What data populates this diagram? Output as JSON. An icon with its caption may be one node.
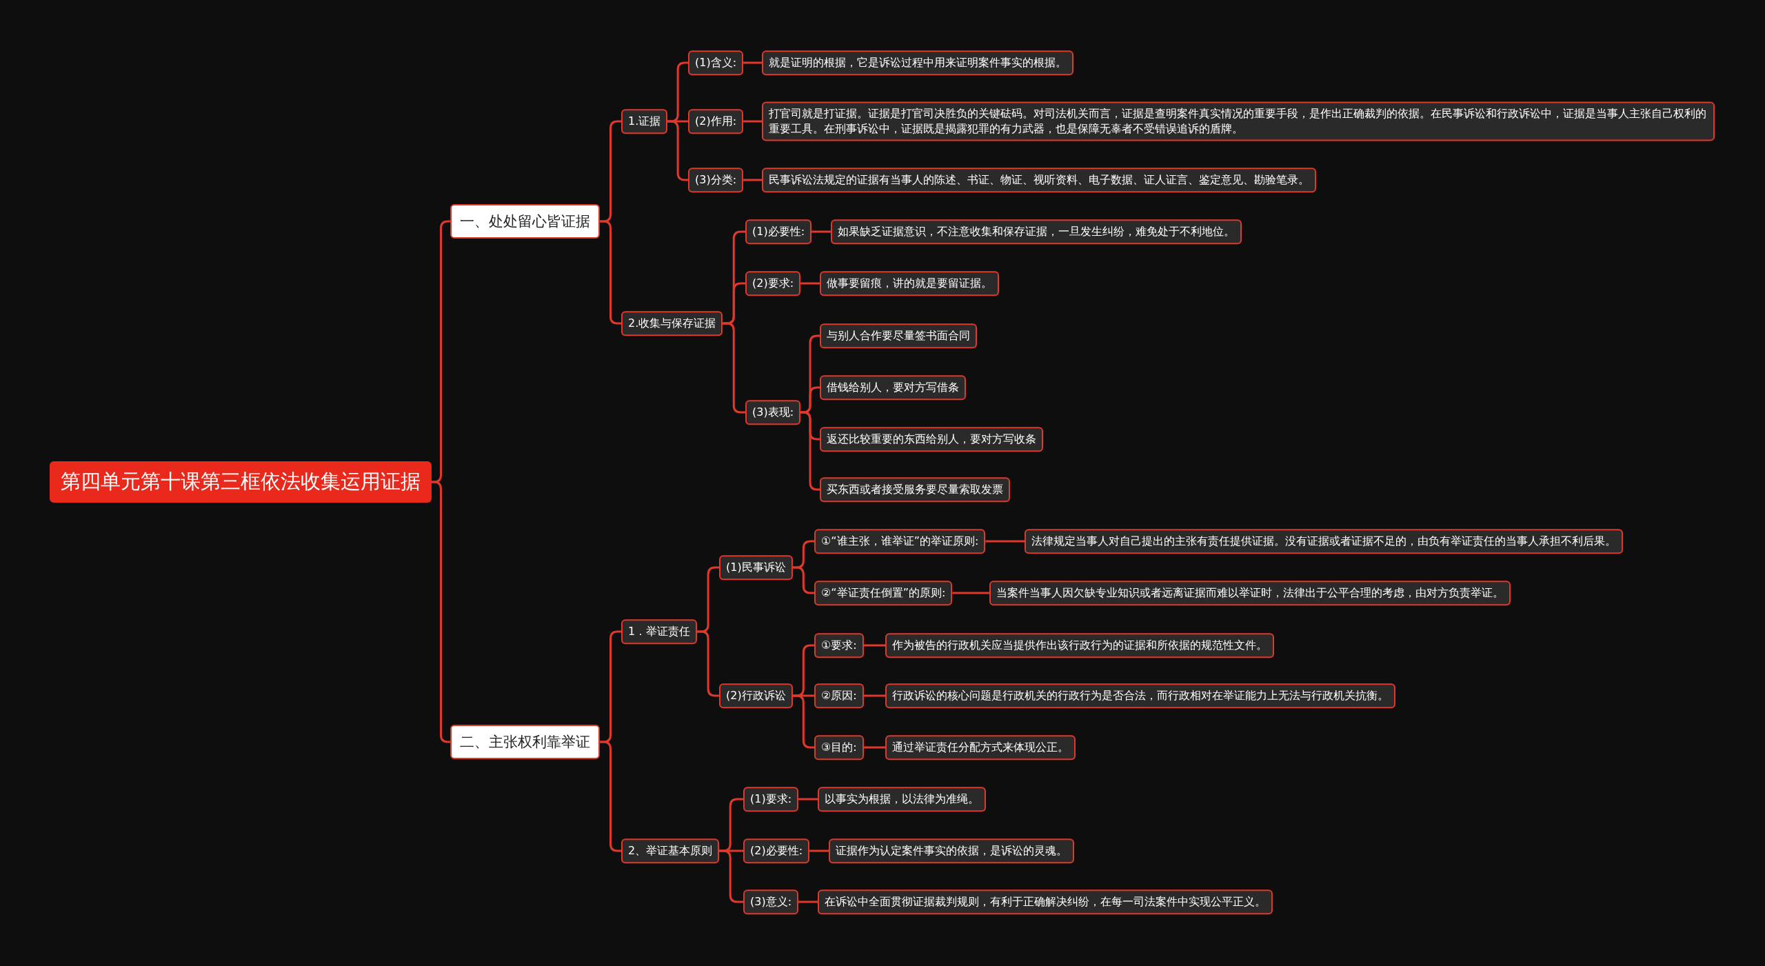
{
  "diagram": {
    "nodes": [
      {
        "text": [
          "第四单元第十课第三框依法收集运用证据"
        ]
      },
      {
        "text": [
          "一、处处留心皆证据"
        ]
      },
      {
        "text": [
          "1.证据"
        ]
      },
      {
        "text": [
          "(1)含义:"
        ]
      },
      {
        "text": [
          "就是证明的根据，它是诉讼过程中用来证明案件事实的根据。"
        ]
      },
      {
        "text": [
          "(2)作用:"
        ]
      },
      {
        "text": [
          "打官司就是打证据。证据是打官司决胜负的关键砝码。对司法机关而言，证据是查明案件真实情况的重要手段，是作出正确裁判的依据。在民事诉讼和行政诉讼中，证据是当事人主张自己权利的重要工具。在刑事诉讼中，证据既是揭露犯罪的有力武器，也是保障无辜者不受错误追诉的盾牌。"
        ]
      },
      {
        "text": [
          "(3)分类:"
        ]
      },
      {
        "text": [
          "民事诉讼法规定的证据有当事人的陈述、书证、物证、视听资料、电子数据、证人证言、鉴定意见、勘验笔录。"
        ]
      },
      {
        "text": [
          "2.收集与保存证据"
        ]
      },
      {
        "text": [
          "(1)必要性:"
        ]
      },
      {
        "text": [
          "如果缺乏证据意识，不注意收集和保存证据，一旦发生纠纷，难免处于不利地位。"
        ]
      },
      {
        "text": [
          "(2)要求:"
        ]
      },
      {
        "text": [
          "做事要留痕，讲的就是要留证据。"
        ]
      },
      {
        "text": [
          "(3)表现:"
        ]
      },
      {
        "text": [
          "与别人合作要尽量签书面合同"
        ]
      },
      {
        "text": [
          "借钱给别人，要对方写借条"
        ]
      },
      {
        "text": [
          "返还比较重要的东西给别人，要对方写收条"
        ]
      },
      {
        "text": [
          "买东西或者接受服务要尽量索取发票"
        ]
      },
      {
        "text": [
          "二、主张权利靠举证"
        ]
      },
      {
        "text": [
          "1．举证责任"
        ]
      },
      {
        "text": [
          "(1)民事诉讼"
        ]
      },
      {
        "text": [
          "①“谁主张，谁举证”的举证原则:"
        ]
      },
      {
        "text": [
          "法律规定当事人对自己提出的主张有责任提供证据。没有证据或者证据不足的，由负有举证责任的当事人承担不利后果。"
        ]
      },
      {
        "text": [
          "②“举证责任倒置”的原则:"
        ]
      },
      {
        "text": [
          "当案件当事人因欠缺专业知识或者远离证据而难以举证时，法律出于公平合理的考虑，由对方负责举证。"
        ]
      },
      {
        "text": [
          "(2)行政诉讼"
        ]
      },
      {
        "text": [
          "①要求:"
        ]
      },
      {
        "text": [
          "作为被告的行政机关应当提供作出该行政行为的证据和所依据的规范性文件。"
        ]
      },
      {
        "text": [
          "②原因:"
        ]
      },
      {
        "text": [
          "行政诉讼的核心问题是行政机关的行政行为是否合法，而行政相对在举证能力上无法与行政机关抗衡。"
        ]
      },
      {
        "text": [
          "③目的:"
        ]
      },
      {
        "text": [
          "通过举证责任分配方式来体现公正。"
        ]
      },
      {
        "text": [
          "2、举证基本原则"
        ]
      },
      {
        "text": [
          "(1)要求:"
        ]
      },
      {
        "text": [
          "以事实为根据，以法律为准绳。"
        ]
      },
      {
        "text": [
          "(2)必要性:"
        ]
      },
      {
        "text": [
          "证据作为认定案件事实的依据，是诉讼的灵魂。"
        ]
      },
      {
        "text": [
          "(3)意义:"
        ]
      },
      {
        "text": [
          "在诉讼中全面贯彻证据裁判规则，有利于正确解决纠纷，在每一司法案件中实现公平正义。"
        ]
      }
    ],
    "edges": [
      {
        "from": 0,
        "to": 1,
        "arrow": "none"
      },
      {
        "from": 0,
        "to": 19,
        "arrow": "none"
      },
      {
        "from": 1,
        "to": 2,
        "arrow": "none"
      },
      {
        "from": 1,
        "to": 9,
        "arrow": "none"
      },
      {
        "from": 2,
        "to": 3,
        "arrow": "none"
      },
      {
        "from": 2,
        "to": 5,
        "arrow": "none"
      },
      {
        "from": 2,
        "to": 7,
        "arrow": "none"
      },
      {
        "from": 3,
        "to": 4,
        "arrow": "none"
      },
      {
        "from": 5,
        "to": 6,
        "arrow": "none"
      },
      {
        "from": 7,
        "to": 8,
        "arrow": "none"
      },
      {
        "from": 9,
        "to": 10,
        "arrow": "none"
      },
      {
        "from": 9,
        "to": 12,
        "arrow": "none"
      },
      {
        "from": 9,
        "to": 14,
        "arrow": "none"
      },
      {
        "from": 10,
        "to": 11,
        "arrow": "none"
      },
      {
        "from": 12,
        "to": 13,
        "arrow": "none"
      },
      {
        "from": 14,
        "to": 15,
        "arrow": "none"
      },
      {
        "from": 14,
        "to": 16,
        "arrow": "none"
      },
      {
        "from": 14,
        "to": 17,
        "arrow": "none"
      },
      {
        "from": 14,
        "to": 18,
        "arrow": "none"
      },
      {
        "from": 19,
        "to": 20,
        "arrow": "none"
      },
      {
        "from": 19,
        "to": 33,
        "arrow": "none"
      },
      {
        "from": 20,
        "to": 21,
        "arrow": "none"
      },
      {
        "from": 20,
        "to": 26,
        "arrow": "none"
      },
      {
        "from": 21,
        "to": 22,
        "arrow": "none"
      },
      {
        "from": 21,
        "to": 24,
        "arrow": "none"
      },
      {
        "from": 22,
        "to": 23,
        "arrow": "none"
      },
      {
        "from": 24,
        "to": 25,
        "arrow": "none"
      },
      {
        "from": 26,
        "to": 27,
        "arrow": "none"
      },
      {
        "from": 26,
        "to": 29,
        "arrow": "none"
      },
      {
        "from": 26,
        "to": 31,
        "arrow": "none"
      },
      {
        "from": 27,
        "to": 28,
        "arrow": "none"
      },
      {
        "from": 29,
        "to": 30,
        "arrow": "none"
      },
      {
        "from": 31,
        "to": 32,
        "arrow": "none"
      },
      {
        "from": 33,
        "to": 34,
        "arrow": "none"
      },
      {
        "from": 33,
        "to": 36,
        "arrow": "none"
      },
      {
        "from": 33,
        "to": 38,
        "arrow": "none"
      },
      {
        "from": 34,
        "to": 35,
        "arrow": "none"
      },
      {
        "from": 36,
        "to": 37,
        "arrow": "none"
      },
      {
        "from": 38,
        "to": 39,
        "arrow": "none"
      }
    ]
  }
}
